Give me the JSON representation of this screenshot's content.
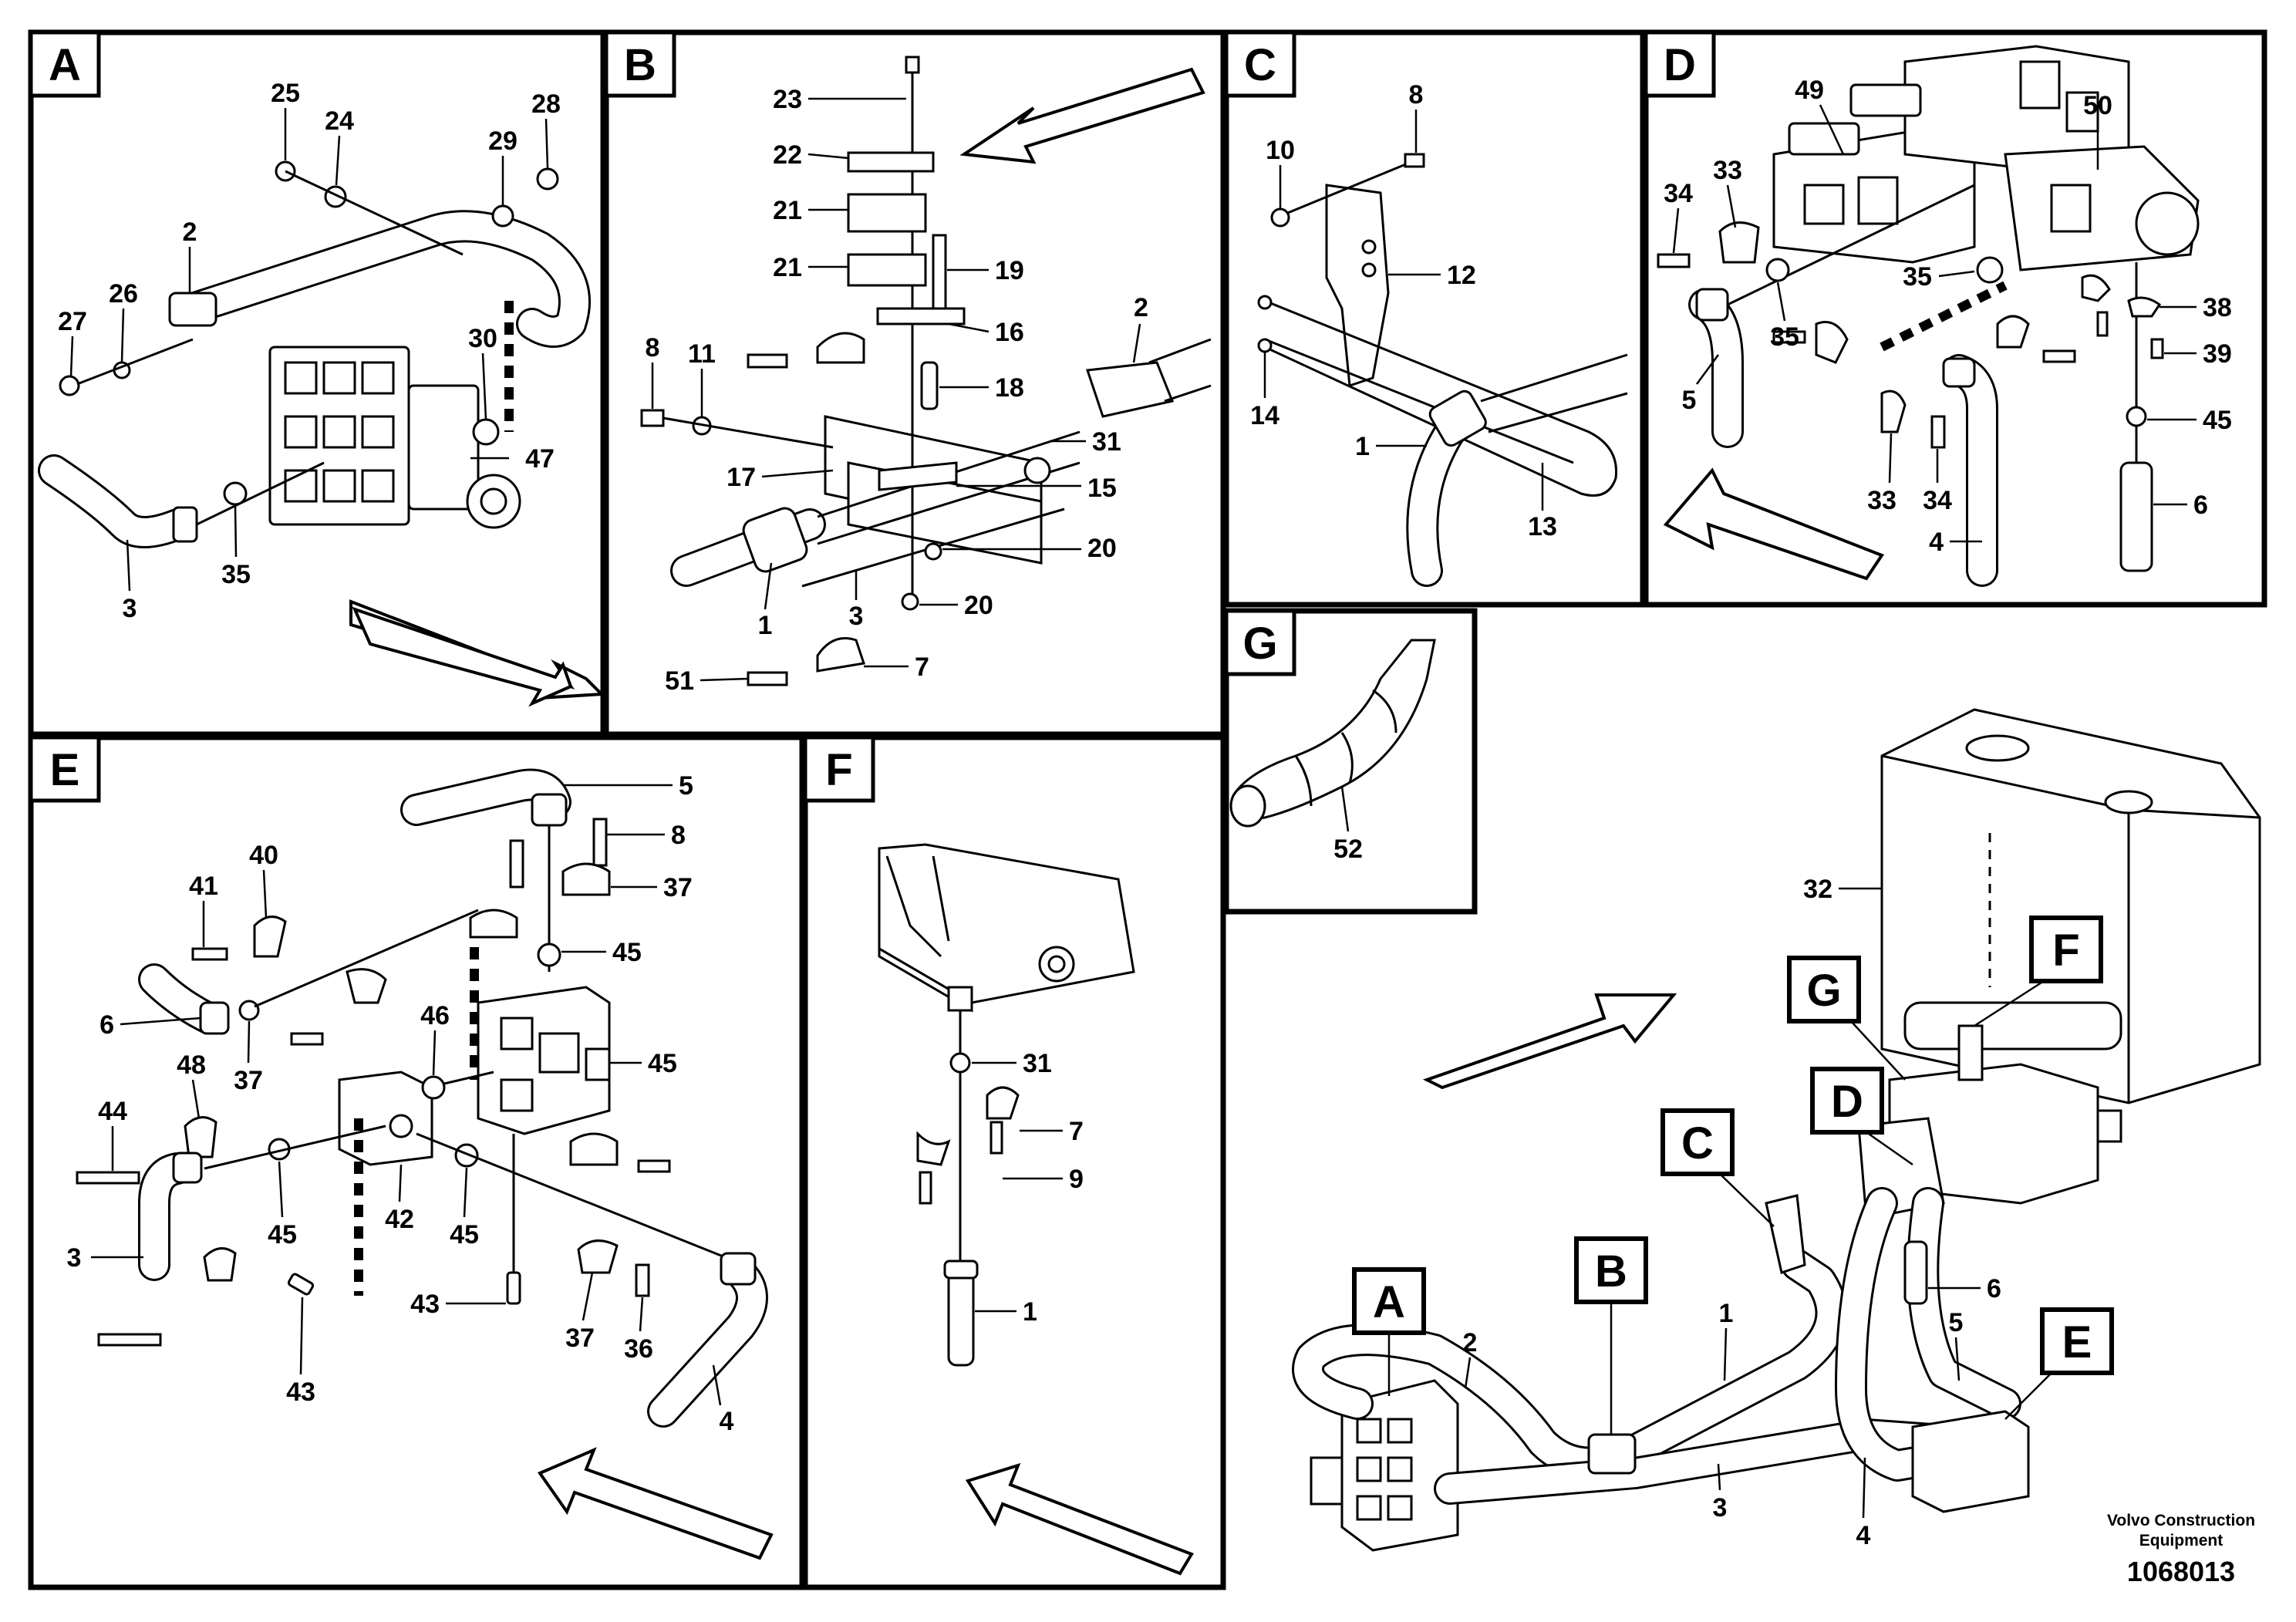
{
  "panels": {
    "A": {
      "label": "A",
      "callouts": [
        "25",
        "24",
        "28",
        "29",
        "2",
        "27",
        "26",
        "30",
        "47",
        "35",
        "3"
      ]
    },
    "B": {
      "label": "B",
      "callouts": [
        "23",
        "22",
        "21",
        "21",
        "19",
        "16",
        "2",
        "8",
        "11",
        "18",
        "31",
        "17",
        "15",
        "20",
        "1",
        "3",
        "20",
        "51",
        "7"
      ]
    },
    "C": {
      "label": "C",
      "callouts": [
        "8",
        "10",
        "12",
        "14",
        "1",
        "13"
      ]
    },
    "D": {
      "label": "D",
      "callouts": [
        "49",
        "50",
        "34",
        "33",
        "35",
        "35",
        "38",
        "39",
        "5",
        "45",
        "33",
        "34",
        "6",
        "4"
      ]
    },
    "G": {
      "label": "G",
      "callouts": [
        "52"
      ]
    },
    "E": {
      "label": "E",
      "callouts": [
        "5",
        "8",
        "40",
        "41",
        "37",
        "45",
        "6",
        "46",
        "45",
        "48",
        "37",
        "44",
        "42",
        "3",
        "45",
        "45",
        "43",
        "37",
        "36",
        "43",
        "4"
      ]
    },
    "F": {
      "label": "F",
      "callouts": [
        "31",
        "7",
        "9",
        "1"
      ]
    }
  },
  "overview": {
    "callouts": [
      "32",
      "6",
      "2",
      "1",
      "5",
      "3",
      "4"
    ],
    "tags": [
      "G",
      "F",
      "D",
      "C",
      "B",
      "A",
      "E"
    ]
  },
  "footer": {
    "company_line1": "Volvo Construction",
    "company_line2": "Equipment",
    "drawing_number": "1068013"
  },
  "icons": [
    "direction-arrow-icon"
  ]
}
